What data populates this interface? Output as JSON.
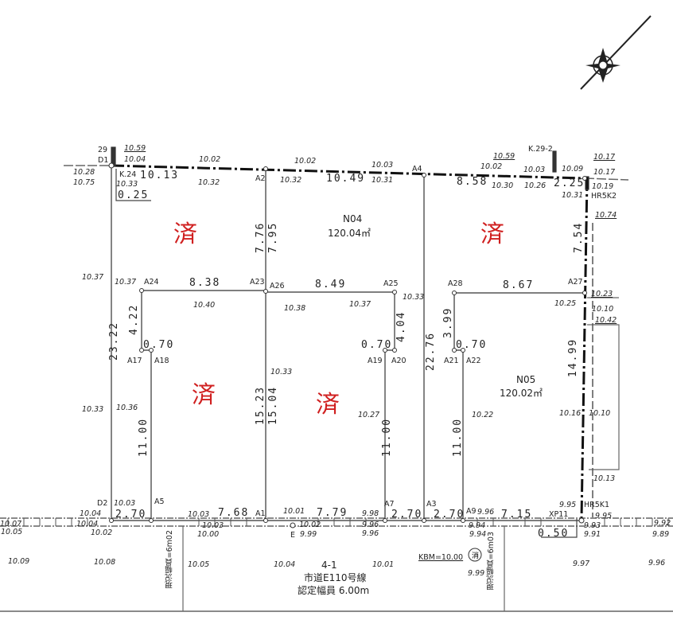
{
  "lots": [
    {
      "id": "no4",
      "name": "N04",
      "area": "120.04㎡"
    },
    {
      "id": "no5",
      "name": "N05",
      "area": "120.02㎡"
    }
  ],
  "status_mark": "済",
  "road": {
    "lot_number": "4-1",
    "name": "市道E110号線",
    "certified_width": "認定幅員 6.00m",
    "current_width_left": "現況幅員=6m02",
    "current_width_right": "現況幅員=6m03",
    "kbm": "KBM=10.00"
  },
  "markers": {
    "k24": "K.24",
    "k29": "K.29-2",
    "hr5k2": "HR5K2",
    "hr5k1": "HR5K1",
    "hydrant": "消",
    "e_mark": "E"
  },
  "points": {
    "d1": "D1",
    "d2": "D2",
    "a1": "A1",
    "a2": "A2",
    "a3": "A3",
    "a4": "A4",
    "a5": "A5",
    "a7": "A7",
    "a9": "A9",
    "a17": "A17",
    "a18": "A18",
    "a19": "A19",
    "a20": "A20",
    "a21": "A21",
    "a22": "A22",
    "a23": "A23",
    "a24": "A24",
    "a25": "A25",
    "a26": "A26",
    "a27": "A27",
    "a28": "A28",
    "xp11": "XP11",
    "p29": "29"
  },
  "dimensions": {
    "top_left": "10.13",
    "top_mid": "10.49",
    "top_right": "8.58",
    "top_corner": "2.25",
    "left_offset": "0.25",
    "a24_a23": "8.38",
    "a26_a25": "8.49",
    "a28_a27": "8.67",
    "a24_a17": "4.22",
    "a25_a19": "4.04",
    "a28_a21": "3.99",
    "a17_a18": "0.70",
    "a19_a20": "0.70",
    "a21_a22": "0.70",
    "a2_a23": "7.76",
    "a2_a26": "7.95",
    "a27_a4": "7.54",
    "left_total": "23.22",
    "a23_a1": "15.23",
    "a26_a1": "15.04",
    "a4_a3": "22.76",
    "right_total": "14.99",
    "a18_a5": "11.00",
    "a20_a7": "11.00",
    "a22_a9": "11.00",
    "d2_a5": "2.70",
    "a5_a1": "7.68",
    "a1_a7": "7.79",
    "a7_a3": "2.70",
    "a3_a9": "2.70",
    "a9_xp11": "7.15",
    "road_offset": "0.50"
  },
  "elevations": {
    "e1": "10.59",
    "e2": "10.04",
    "e3": "10.28",
    "e4": "10.75",
    "e5": "10.33",
    "e6": "10.02",
    "e7": "10.32",
    "e8": "10.02",
    "e9": "10.32",
    "e10": "10.03",
    "e11": "10.31",
    "e12": "10.59",
    "e13": "10.02",
    "e14": "10.03",
    "e15": "10.30",
    "e16": "10.09",
    "e17": "10.26",
    "e18": "10.17",
    "e19": "10.17",
    "e20": "10.19",
    "e21": "10.31",
    "e22": "10.74",
    "e23": "10.37",
    "e24": "10.37",
    "e25": "10.40",
    "e26": "10.38",
    "e27": "10.37",
    "e28": "10.33",
    "e29": "10.23",
    "e30": "10.25",
    "e31": "10.10",
    "e32": "10.42",
    "e33": "10.33",
    "e34": "10.36",
    "e35": "10.33",
    "e36": "10.27",
    "e37": "10.22",
    "e38": "10.16",
    "e39": "10.10",
    "e40": "10.13",
    "e41": "10.03",
    "e42": "10.04",
    "e43": "10.03",
    "e44": "10.01",
    "e45": "9.98",
    "e46": "9.96",
    "e47": "9.95",
    "e48": "9.95",
    "e49": "9.94",
    "e50": "10.04",
    "e51": "10.03",
    "e52": "10.02",
    "e53": "9.96",
    "e54": "9.96",
    "e55": "9.93",
    "e56": "9.92",
    "e57": "10.05",
    "e58": "10.02",
    "e59": "10.00",
    "e60": "9.99",
    "e61": "9.94",
    "e62": "9.91",
    "e63": "9.89",
    "e64": "10.09",
    "e65": "10.08",
    "e66": "10.05",
    "e67": "10.04",
    "e68": "10.01",
    "e69": "9.99",
    "e70": "9.97",
    "e71": "9.96",
    "e72": "10.07"
  }
}
